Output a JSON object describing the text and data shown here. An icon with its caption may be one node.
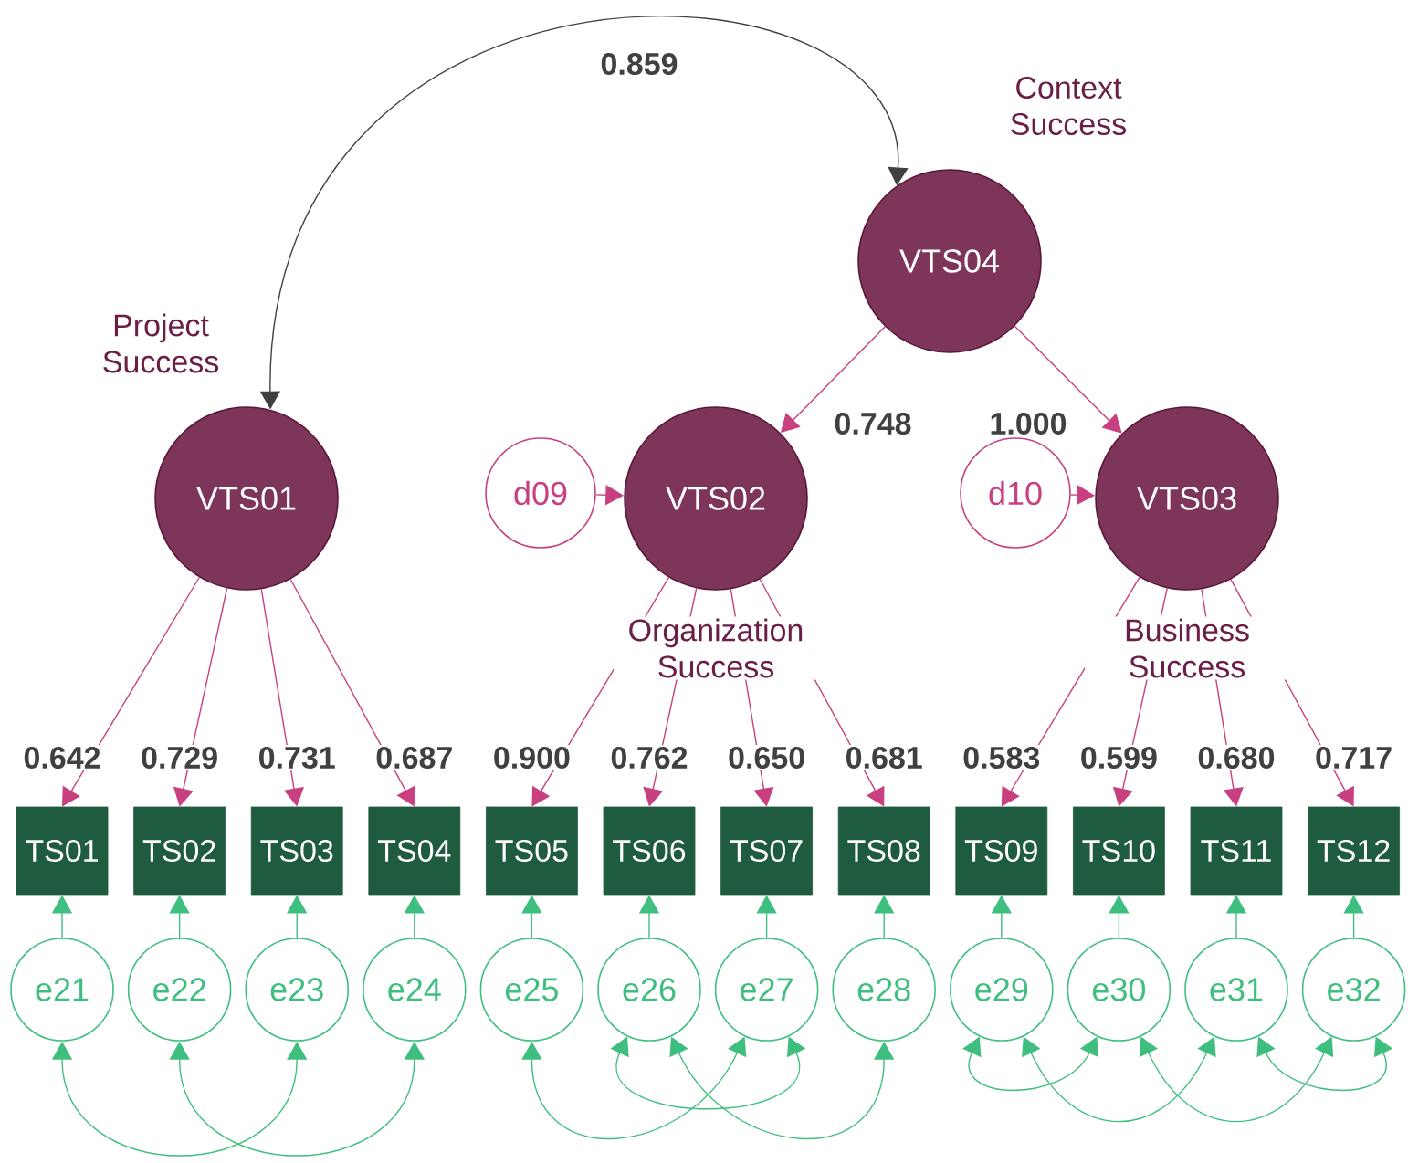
{
  "diagram": {
    "nodes": [
      {
        "text": [
          "VTS04"
        ],
        "beside": [
          "Context Success"
        ]
      },
      {
        "text": [
          "VTS01"
        ],
        "beside": [
          "Project Success"
        ]
      },
      {
        "text": [
          "VTS02"
        ],
        "beside": [
          "Organization Success"
        ]
      },
      {
        "text": [
          "VTS03"
        ],
        "beside": [
          "Business Success"
        ]
      },
      {
        "text": [
          "d09"
        ]
      },
      {
        "text": [
          "d10"
        ]
      },
      {
        "text": [
          "TS01"
        ]
      },
      {
        "text": [
          "TS02"
        ]
      },
      {
        "text": [
          "TS03"
        ]
      },
      {
        "text": [
          "TS04"
        ]
      },
      {
        "text": [
          "TS05"
        ]
      },
      {
        "text": [
          "TS06"
        ]
      },
      {
        "text": [
          "TS07"
        ]
      },
      {
        "text": [
          "TS08"
        ]
      },
      {
        "text": [
          "TS09"
        ]
      },
      {
        "text": [
          "TS10"
        ]
      },
      {
        "text": [
          "TS11"
        ]
      },
      {
        "text": [
          "TS12"
        ]
      },
      {
        "text": [
          "e21"
        ]
      },
      {
        "text": [
          "e22"
        ]
      },
      {
        "text": [
          "e23"
        ]
      },
      {
        "text": [
          "e24"
        ]
      },
      {
        "text": [
          "e25"
        ]
      },
      {
        "text": [
          "e26"
        ]
      },
      {
        "text": [
          "e27"
        ]
      },
      {
        "text": [
          "e28"
        ]
      },
      {
        "text": [
          "e29"
        ]
      },
      {
        "text": [
          "e30"
        ]
      },
      {
        "text": [
          "e31"
        ]
      },
      {
        "text": [
          "e32"
        ]
      }
    ],
    "edges": [
      {
        "from": 1,
        "to": 0,
        "arrow": "both",
        "label": "0.859",
        "color": "#404040"
      },
      {
        "from": 0,
        "to": 2,
        "arrow": "to",
        "label": "0.748",
        "color": "#c8407f"
      },
      {
        "from": 0,
        "to": 3,
        "arrow": "to",
        "label": "1.000",
        "color": "#c8407f"
      },
      {
        "from": 4,
        "to": 2,
        "arrow": "to",
        "color": "#c8407f"
      },
      {
        "from": 5,
        "to": 3,
        "arrow": "to",
        "color": "#c8407f"
      },
      {
        "from": 1,
        "to": 6,
        "arrow": "to",
        "label": "0.642",
        "color": "#c8407f"
      },
      {
        "from": 1,
        "to": 7,
        "arrow": "to",
        "label": "0.729",
        "color": "#c8407f"
      },
      {
        "from": 1,
        "to": 8,
        "arrow": "to",
        "label": "0.731",
        "color": "#c8407f"
      },
      {
        "from": 1,
        "to": 9,
        "arrow": "to",
        "label": "0.687",
        "color": "#c8407f"
      },
      {
        "from": 2,
        "to": 10,
        "arrow": "to",
        "label": "0.900",
        "color": "#c8407f"
      },
      {
        "from": 2,
        "to": 11,
        "arrow": "to",
        "label": "0.762",
        "color": "#c8407f"
      },
      {
        "from": 2,
        "to": 12,
        "arrow": "to",
        "label": "0.650",
        "color": "#c8407f"
      },
      {
        "from": 2,
        "to": 13,
        "arrow": "to",
        "label": "0.681",
        "color": "#c8407f"
      },
      {
        "from": 3,
        "to": 14,
        "arrow": "to",
        "label": "0.583",
        "color": "#c8407f"
      },
      {
        "from": 3,
        "to": 15,
        "arrow": "to",
        "label": "0.599",
        "color": "#c8407f"
      },
      {
        "from": 3,
        "to": 16,
        "arrow": "to",
        "label": "0.680",
        "color": "#c8407f"
      },
      {
        "from": 3,
        "to": 17,
        "arrow": "to",
        "label": "0.717",
        "color": "#c8407f"
      },
      {
        "from": 18,
        "to": 6,
        "arrow": "to"
      },
      {
        "from": 19,
        "to": 7,
        "arrow": "to"
      },
      {
        "from": 20,
        "to": 8,
        "arrow": "to"
      },
      {
        "from": 21,
        "to": 9,
        "arrow": "to"
      },
      {
        "from": 22,
        "to": 10,
        "arrow": "to"
      },
      {
        "from": 23,
        "to": 11,
        "arrow": "to"
      },
      {
        "from": 24,
        "to": 12,
        "arrow": "to"
      },
      {
        "from": 25,
        "to": 13,
        "arrow": "to"
      },
      {
        "from": 26,
        "to": 14,
        "arrow": "to"
      },
      {
        "from": 27,
        "to": 15,
        "arrow": "to"
      },
      {
        "from": 28,
        "to": 16,
        "arrow": "to"
      },
      {
        "from": 29,
        "to": 17,
        "arrow": "to"
      },
      {
        "from": 18,
        "to": 20,
        "arrow": "both"
      },
      {
        "from": 19,
        "to": 21,
        "arrow": "both"
      },
      {
        "from": 22,
        "to": 24,
        "arrow": "both"
      },
      {
        "from": 23,
        "to": 24,
        "arrow": "both"
      },
      {
        "from": 23,
        "to": 25,
        "arrow": "both"
      },
      {
        "from": 26,
        "to": 27,
        "arrow": "both"
      },
      {
        "from": 26,
        "to": 28,
        "arrow": "both"
      },
      {
        "from": 27,
        "to": 29,
        "arrow": "both"
      },
      {
        "from": 28,
        "to": 29,
        "arrow": "both"
      }
    ]
  }
}
